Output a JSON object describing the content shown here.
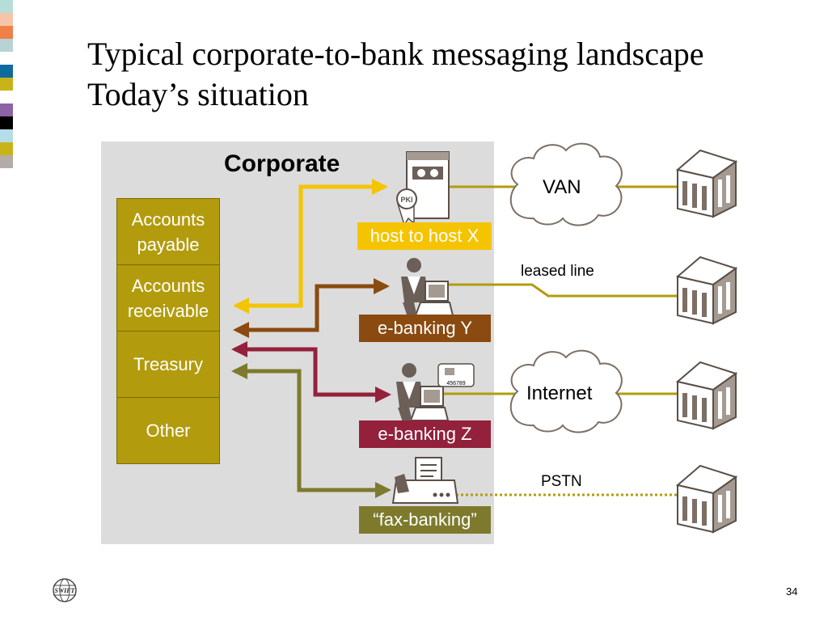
{
  "title": {
    "line1": "Typical corporate-to-bank messaging landscape",
    "line2": "Today’s situation"
  },
  "corporate_label": "Corporate",
  "departments": [
    "Accounts payable",
    "Accounts receivable",
    "Treasury",
    "Other"
  ],
  "channels": {
    "host": "host to host X",
    "ebanking_y": "e-banking Y",
    "ebanking_z": "e-banking Z",
    "fax": "“fax-banking”"
  },
  "networks": {
    "van": "VAN",
    "leased": "leased line",
    "internet": "Internet",
    "pstn": "PSTN"
  },
  "pki_badge": "PKI",
  "token_code": "456789",
  "logo_text": "SWIFT",
  "page_number": "34",
  "colors": {
    "host": "#f5c400",
    "ebanking_y": "#8a4a10",
    "ebanking_z": "#93213c",
    "fax": "#7d7a2e",
    "department": "#b29c0e",
    "panel": "#dcdcdc",
    "link": "#b29c0e"
  },
  "icons": {
    "host": "server-icon",
    "ebanking_y": "user-at-computer-icon",
    "ebanking_z": "user-with-token-icon",
    "fax": "fax-machine-icon",
    "bank": "bank-building-icon",
    "network": "cloud-icon"
  },
  "swatches": [
    "#b7ddd9",
    "#f6c4a9",
    "#ee8048",
    "#b9d3d4",
    "#ffffff",
    "#0d6ba0",
    "#c8b419",
    "#ffffff",
    "#8c63a7",
    "#000000",
    "#b5dde8",
    "#c8b419",
    "#b3aca8"
  ]
}
